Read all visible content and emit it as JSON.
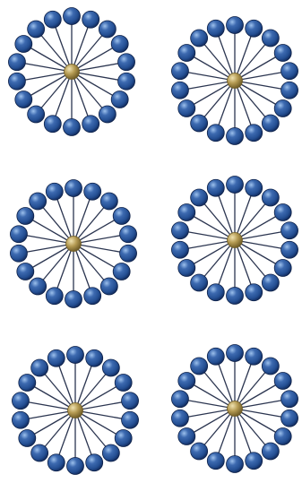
{
  "colors": {
    "background": "#ffffff",
    "spoke": "#2b3550",
    "ball": "#2f5aa0",
    "ball_dark": "#132e62",
    "ball_light": "#9cc0ec",
    "ball_outline": "#0e2148",
    "hub": "#b49a52",
    "hub_dark": "#6f5c26",
    "hub_light": "#efe2b0"
  },
  "figure": {
    "clusters": [
      {
        "id": "top-left",
        "spokes": 18
      },
      {
        "id": "top-right",
        "spokes": 18
      },
      {
        "id": "middle-left",
        "spokes": 18
      },
      {
        "id": "middle-right",
        "spokes": 18
      },
      {
        "id": "bottom-left",
        "spokes": 18
      },
      {
        "id": "bottom-right",
        "spokes": 18
      }
    ]
  }
}
